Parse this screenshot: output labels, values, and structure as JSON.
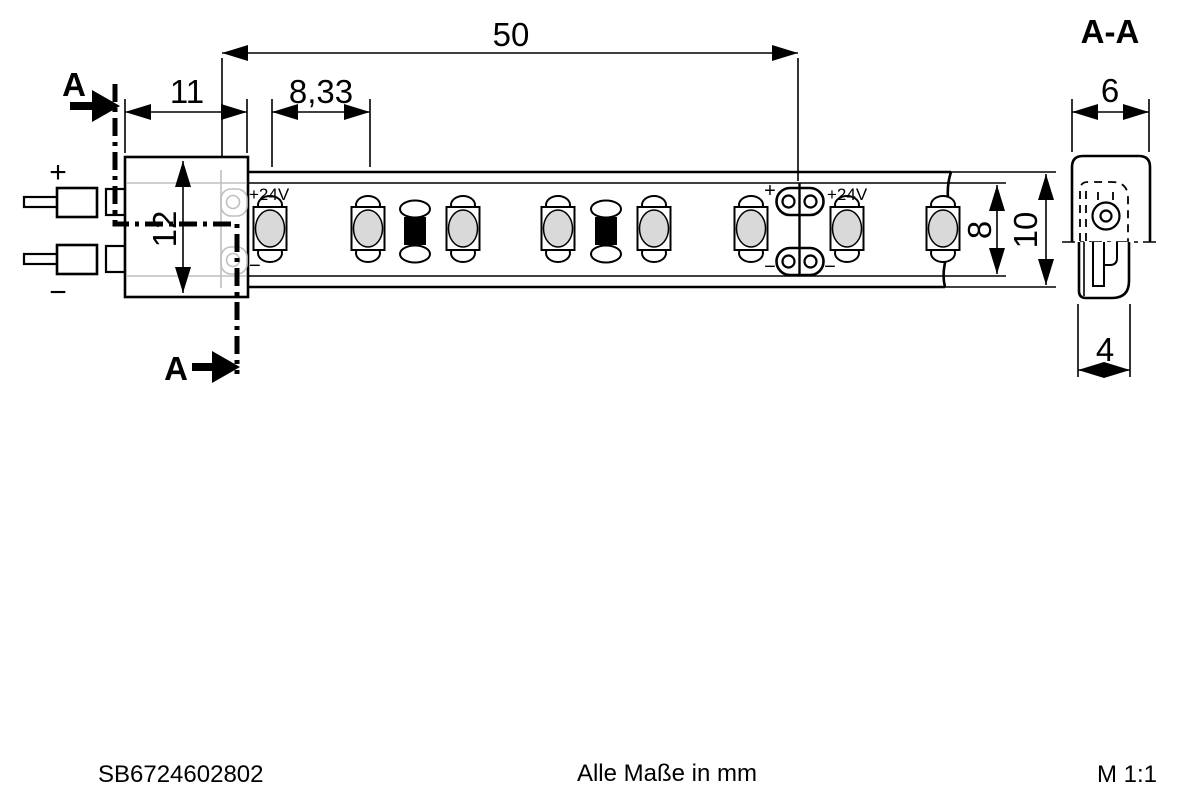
{
  "title_block": {
    "part_number": "SB6724602802",
    "note": "Alle Maße in mm",
    "scale": "M 1:1"
  },
  "section_label": {
    "title": "A-A",
    "cut_marker": "A"
  },
  "dimensions": {
    "total_length": "50",
    "connector_width": "11",
    "led_pitch": "8,33",
    "connector_height": "12",
    "strip_inner_height": "8",
    "strip_outer_height": "10",
    "profile_top_width": "6",
    "profile_bottom_width": "4"
  },
  "labels": {
    "plus": "+",
    "minus": "−",
    "voltage": "+24V"
  },
  "colors": {
    "line": "#000000",
    "led_fill": "#d9d9d9",
    "gray_detail": "#bfbfbf",
    "background": "#ffffff"
  },
  "strip": {
    "led_x": [
      270,
      368,
      463,
      558,
      654,
      751,
      847,
      943
    ],
    "resistor_x": [
      415,
      606
    ],
    "pad_x": 800,
    "led_count": 8
  }
}
